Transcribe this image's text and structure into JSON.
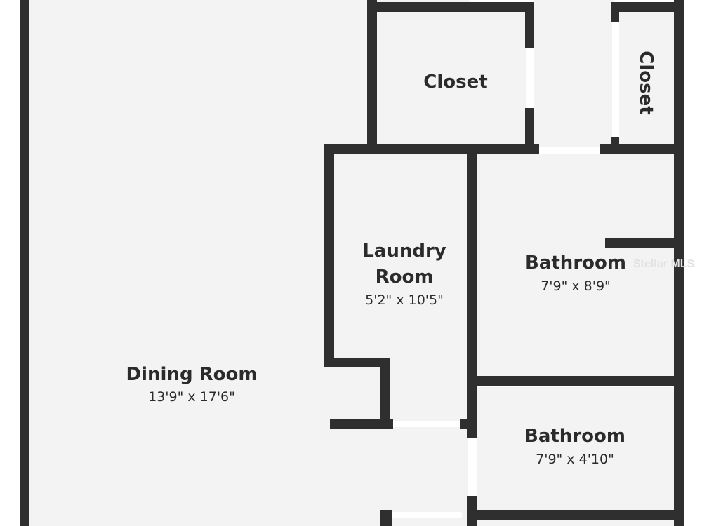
{
  "plan": {
    "floor_color": "#f3f3f3",
    "wall_color": "#2f2f2f",
    "door_color": "#ffffff",
    "rooms": {
      "closet_left": {
        "name": "Closet"
      },
      "closet_right": {
        "name": "Closet"
      },
      "laundry": {
        "name_line1": "Laundry",
        "name_line2": "Room",
        "dims": "5'2\" x 10'5\""
      },
      "bathroom_upper": {
        "name": "Bathroom",
        "dims": "7'9\" x 8'9\""
      },
      "dining": {
        "name": "Dining Room",
        "dims": "13'9\" x 17'6\""
      },
      "bathroom_lower": {
        "name": "Bathroom",
        "dims": "7'9\" x 4'10\""
      }
    },
    "watermark": "Stellar MLS"
  }
}
